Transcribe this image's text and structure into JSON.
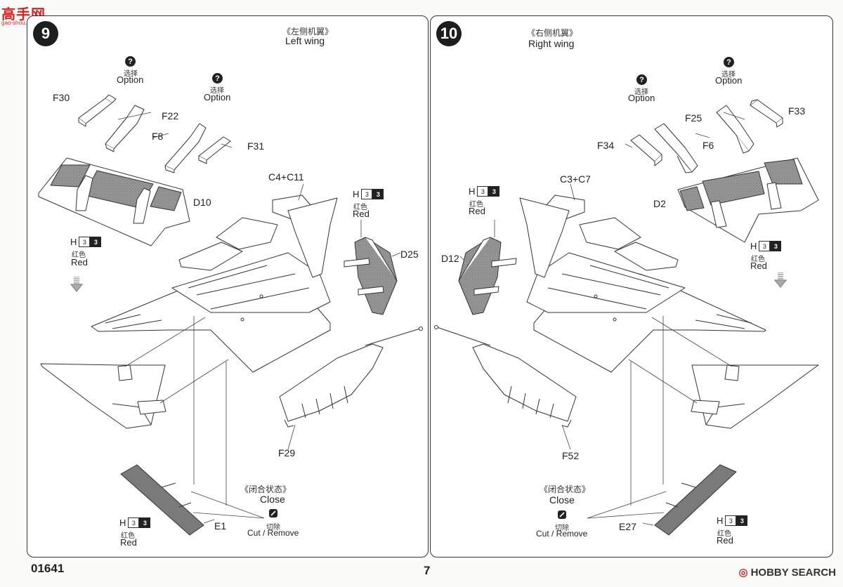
{
  "watermark": {
    "hanzi": "高手网",
    "url": "gao-shou.com"
  },
  "left": {
    "step": "9",
    "title_cn": "《左侧机翼》",
    "title_en": "Left wing",
    "option_cn": "选择",
    "option_en": "Option",
    "parts": {
      "f30": "F30",
      "f22": "F22",
      "f8": "F8",
      "f31": "F31",
      "d10": "D10",
      "c4c11": "C4+C11",
      "d25": "D25",
      "f29": "F29",
      "e1": "E1"
    },
    "close_cn": "《闭合状态》",
    "close_en": "Close",
    "cut_cn": "切除",
    "cut_en": "Cut / Remove"
  },
  "right": {
    "step": "10",
    "title_cn": "《右侧机翼》",
    "title_en": "Right wing",
    "option_cn": "选择",
    "option_en": "Option",
    "parts": {
      "f33": "F33",
      "f25": "F25",
      "f6": "F6",
      "f34": "F34",
      "d2": "D2",
      "c3c7": "C3+C7",
      "d12": "D12",
      "f52": "F52",
      "e27": "E27"
    },
    "close_cn": "《闭合状态》",
    "close_en": "Close",
    "cut_cn": "切除",
    "cut_en": "Cut / Remove"
  },
  "paint": {
    "letter": "H",
    "code1": "3",
    "code2": "3",
    "cn": "红色",
    "en": "Red"
  },
  "question_glyph": "?",
  "footer": {
    "code": "01641",
    "page": "7",
    "brand": "HOBBY SEARCH",
    "brand_mark": "◎"
  },
  "colors": {
    "line": "#333333",
    "shade": "#6d6d6d",
    "hatch": "#8a8a8a",
    "brand_red": "#c33333"
  }
}
